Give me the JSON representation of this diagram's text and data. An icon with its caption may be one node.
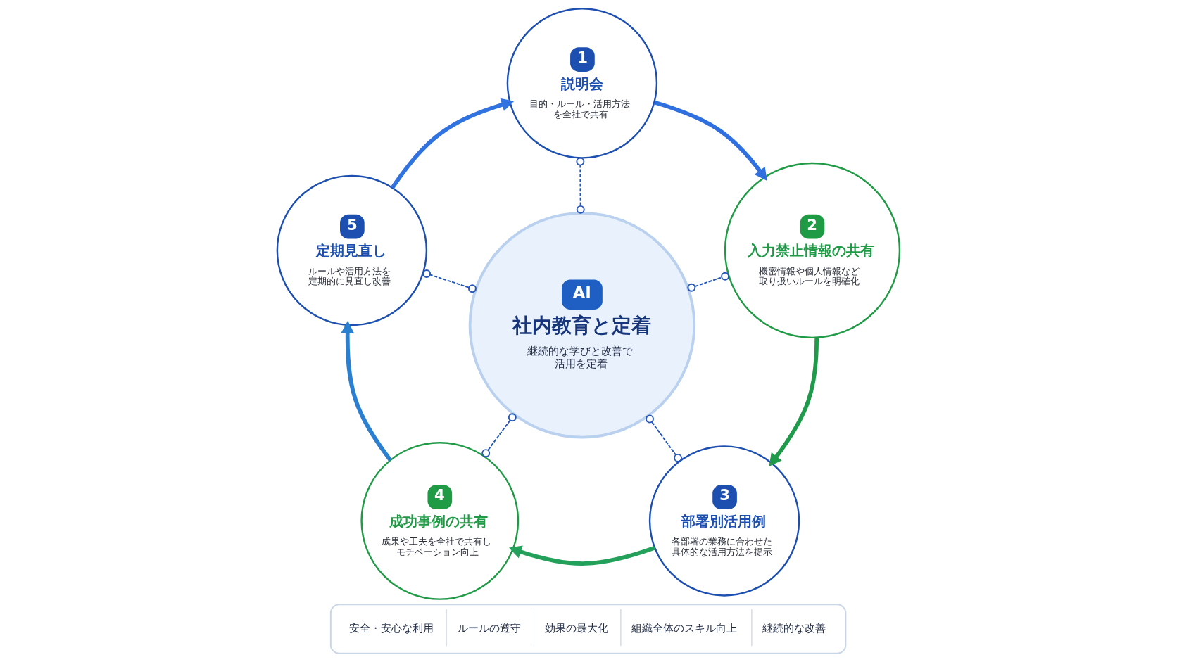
{
  "diagram": {
    "nodes": [
      {
        "text": [
          "AI",
          "社内教育と定着",
          "継続的な学びと改善で活用を定着"
        ]
      },
      {
        "text": [
          "1",
          "説明会",
          "目的・ルール・活用方法を全社で共有"
        ]
      },
      {
        "text": [
          "2",
          "入力禁止情報の共有",
          "機密情報や個人情報など取り扱いルールを明確化"
        ]
      },
      {
        "text": [
          "3",
          "部署別活用例",
          "各部署の業務に合わせた具体的な活用方法を提示"
        ]
      },
      {
        "text": [
          "4",
          "成功事例の共有",
          "成果や工夫を全社で共有しモチベーション向上"
        ]
      },
      {
        "text": [
          "5",
          "定期見直し",
          "ルールや活用方法を定期的に見直し改善"
        ]
      },
      {
        "text": [
          "安全・安心な利用",
          "ルールの遵守",
          "効果の最大化",
          "組織全体のスキル向上",
          "継続的な改善"
        ]
      }
    ],
    "edges": [
      {
        "from": 0,
        "to": 1,
        "arrow": "other",
        "style": "dashed"
      },
      {
        "from": 0,
        "to": 2,
        "arrow": "other",
        "style": "dashed"
      },
      {
        "from": 0,
        "to": 3,
        "arrow": "other",
        "style": "dashed"
      },
      {
        "from": 0,
        "to": 4,
        "arrow": "other",
        "style": "dashed"
      },
      {
        "from": 0,
        "to": 5,
        "arrow": "other",
        "style": "dashed"
      },
      {
        "from": 1,
        "to": 2,
        "arrow": "to",
        "style": "thick",
        "color": "#2f6fdf"
      },
      {
        "from": 2,
        "to": 3,
        "arrow": "to",
        "style": "thick",
        "color": "#1f9a4b"
      },
      {
        "from": 3,
        "to": 4,
        "arrow": "to",
        "style": "thick",
        "color": "#23a05a"
      },
      {
        "from": 4,
        "to": 5,
        "arrow": "to",
        "style": "thick",
        "color": "#2a7fd0"
      },
      {
        "from": 5,
        "to": 1,
        "arrow": "to",
        "style": "thick",
        "color": "#2f72e0"
      }
    ]
  }
}
